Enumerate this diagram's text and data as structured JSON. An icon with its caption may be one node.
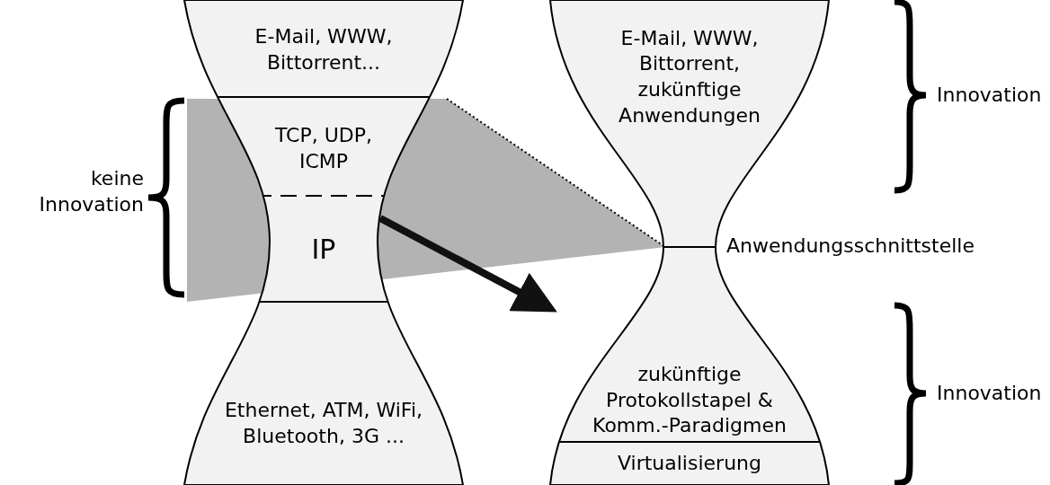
{
  "diagram": {
    "nodes": [
      {
        "text": [
          "E-Mail, WWW, Bittorrent..."
        ]
      },
      {
        "text": [
          "TCP, UDP, ICMP"
        ]
      },
      {
        "text": [
          "IP"
        ]
      },
      {
        "text": [
          "Ethernet, ATM, WiFi, Bluetooth, 3G ..."
        ]
      },
      {
        "text": [
          "E-Mail, WWW, Bittorrent, zukünftige Anwendungen"
        ]
      },
      {
        "text": [
          "zukünftige Protokollstapel & Komm.-Paradigmen"
        ]
      },
      {
        "text": [
          "Virtualisierung"
        ]
      }
    ],
    "edges": [
      {
        "from": 2,
        "to": 5,
        "arrow": "to"
      }
    ],
    "labels": [
      "keine Innovation",
      "Innovation",
      "Anwendungsschnittstelle",
      "Innovation"
    ]
  }
}
